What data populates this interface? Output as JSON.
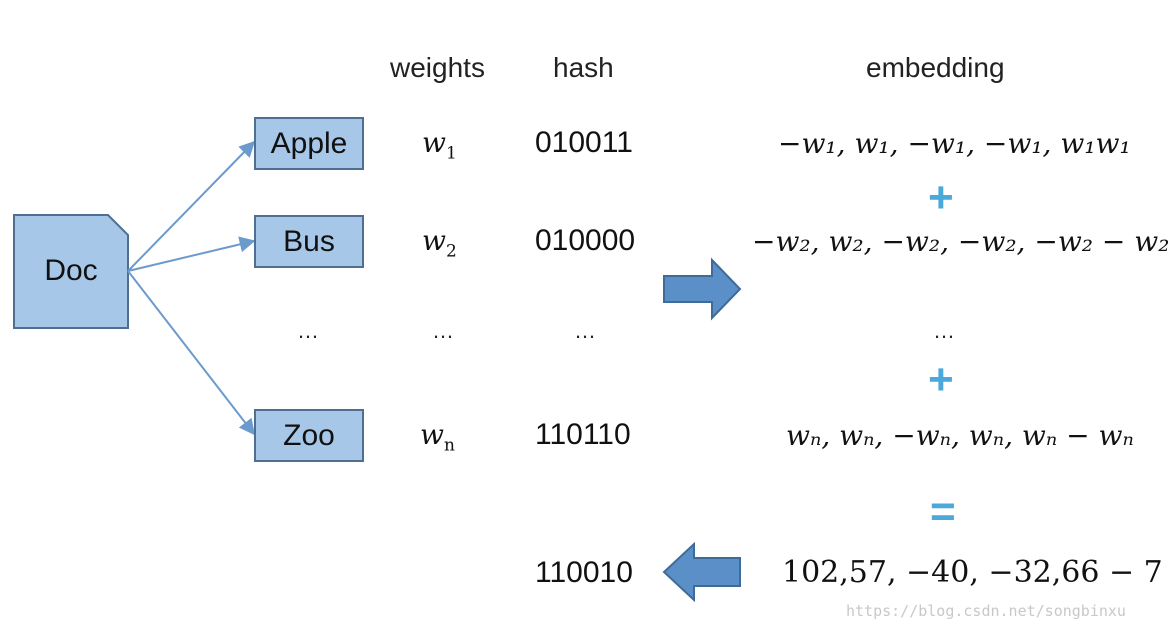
{
  "headers": {
    "weights": "weights",
    "hash": "hash",
    "embedding": "embedding"
  },
  "doc": {
    "label": "Doc"
  },
  "words": [
    {
      "word": "Apple",
      "w": "w",
      "sub": "1",
      "hash": "010011"
    },
    {
      "word": "Bus",
      "w": "w",
      "sub": "2",
      "hash": "010000"
    },
    {
      "word": "Zoo",
      "w": "w",
      "sub": "n",
      "hash": "110110"
    }
  ],
  "ellipsis": "…",
  "embeddings": [
    "−w₁, w₁, −w₁, −w₁, w₁w₁",
    "−w₂, w₂, −w₂, −w₂, −w₂ − w₂",
    "wₙ, wₙ, −wₙ, wₙ, wₙ − wₙ"
  ],
  "operators": {
    "plus": "+",
    "equals": "="
  },
  "result": {
    "sum": "102,57, −40, −32,66 − 7",
    "hash": "110010"
  },
  "watermark": "https://blog.csdn.net/songbinxu",
  "colors": {
    "box_fill": "#a7c7e8",
    "box_border": "#4f6f92",
    "arrow": "#6a9bcc",
    "big_arrow": "#5b8fc7",
    "operator": "#4aa8db"
  }
}
